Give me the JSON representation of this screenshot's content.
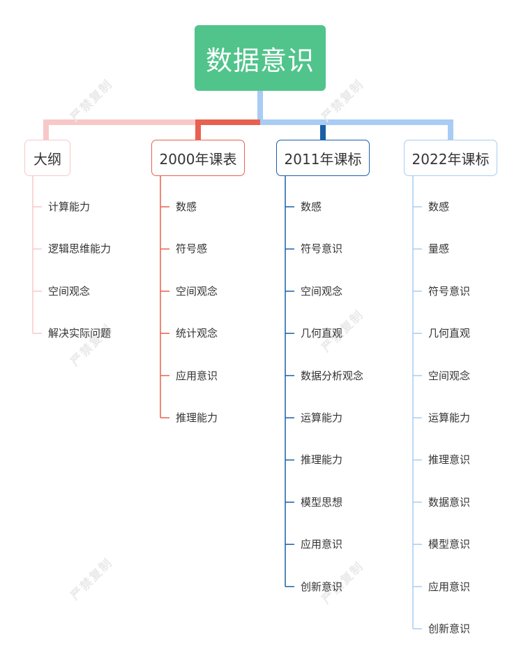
{
  "root": {
    "title": "数据意识",
    "color": "#50C48B"
  },
  "branches": [
    {
      "title": "大纲",
      "color": "#F8C8C8",
      "items": [
        "计算能力",
        "逻辑思维能力",
        "空间观念",
        "解决实际问题"
      ]
    },
    {
      "title": "2000年课表",
      "color": "#E8604F",
      "items": [
        "数感",
        "符号感",
        "空间观念",
        "统计观念",
        "应用意识",
        "推理能力"
      ]
    },
    {
      "title": "2011年课标",
      "color": "#1A5EA8",
      "items": [
        "数感",
        "符号意识",
        "空间观念",
        "几何直观",
        "数据分析观念",
        "运算能力",
        "推理能力",
        "模型思想",
        "应用意识",
        "创新意识"
      ]
    },
    {
      "title": "2022年课标",
      "color": "#A8CCF4",
      "items": [
        "数感",
        "量感",
        "符号意识",
        "几何直观",
        "空间观念",
        "运算能力",
        "推理意识",
        "数据意识",
        "模型意识",
        "应用意识",
        "创新意识"
      ]
    }
  ],
  "watermark": "严禁复制"
}
